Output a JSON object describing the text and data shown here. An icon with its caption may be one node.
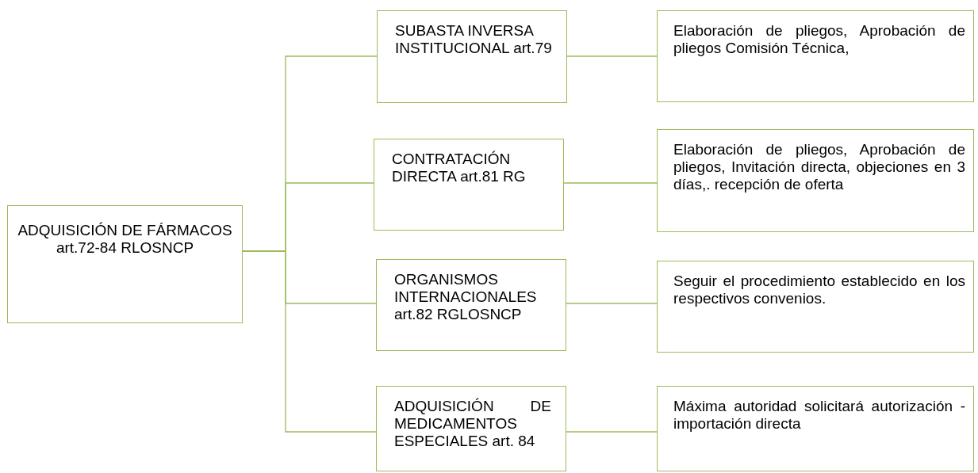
{
  "diagram": {
    "nodes": [
      {
        "text": [
          "ADQUISICIÓN DE FÁRMACOS art.72-84 RLOSNCP"
        ]
      },
      {
        "text": [
          "SUBASTA INVERSA INSTITUCIONAL art.79"
        ]
      },
      {
        "text": [
          "Elaboración de pliegos, Aprobación de pliegos Comisión Técnica,"
        ]
      },
      {
        "text": [
          "CONTRATACIÓN DIRECTA art.81 RG"
        ]
      },
      {
        "text": [
          "Elaboración de pliegos, Aprobación de pliegos, Invitación directa, objeciones en 3 días,. recepción de oferta"
        ]
      },
      {
        "text": [
          "ORGANISMOS INTERNACIONALES art.82 RGLOSNCP"
        ]
      },
      {
        "text": [
          "Seguir el procedimiento establecido en los respectivos convenios."
        ]
      },
      {
        "text": [
          "ADQUISICIÓN DE MEDICAMENTOS ESPECIALES art. 84"
        ]
      },
      {
        "text": [
          "Máxima autoridad solicitará autorización - importación directa"
        ]
      }
    ],
    "edges": [
      {
        "from": 0,
        "to": 1,
        "arrow": "none"
      },
      {
        "from": 0,
        "to": 3,
        "arrow": "none"
      },
      {
        "from": 0,
        "to": 5,
        "arrow": "none"
      },
      {
        "from": 0,
        "to": 7,
        "arrow": "none"
      },
      {
        "from": 1,
        "to": 2,
        "arrow": "none"
      },
      {
        "from": 3,
        "to": 4,
        "arrow": "none"
      },
      {
        "from": 5,
        "to": 6,
        "arrow": "none"
      },
      {
        "from": 7,
        "to": 8,
        "arrow": "none"
      }
    ]
  }
}
